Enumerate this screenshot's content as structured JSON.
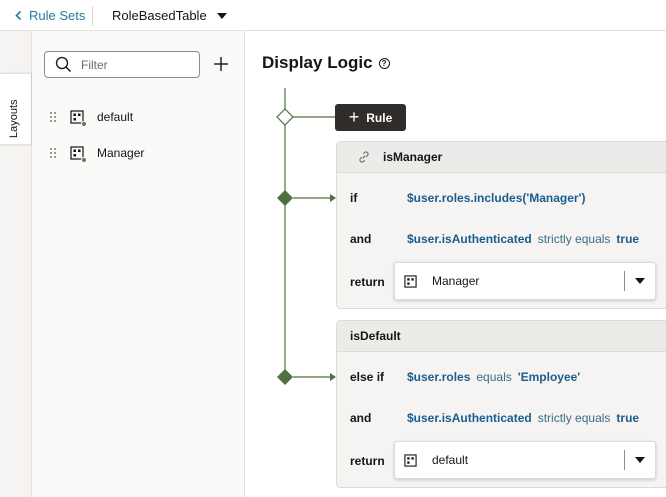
{
  "header": {
    "back_label": "Rule Sets",
    "ruleset_name": "RoleBasedTable"
  },
  "sidetab": {
    "label": "Layouts"
  },
  "left_panel": {
    "filter_placeholder": "Filter",
    "layouts": [
      {
        "label": "default"
      },
      {
        "label": "Manager"
      }
    ]
  },
  "main": {
    "title": "Display Logic",
    "help_glyph": "?",
    "add_rule_label": "Rule",
    "rules": [
      {
        "name": "isManager",
        "conditions": [
          {
            "keyword": "if",
            "variable": "$user.roles.includes('Manager')",
            "operator": "",
            "value": ""
          },
          {
            "keyword": "and",
            "variable": "$user.isAuthenticated",
            "operator": "strictly equals",
            "value": "true"
          }
        ],
        "return_keyword": "return",
        "return_value": "Manager"
      },
      {
        "name": "isDefault",
        "conditions": [
          {
            "keyword": "else if",
            "variable": "$user.roles",
            "operator": "equals",
            "value": "'Employee'"
          },
          {
            "keyword": "and",
            "variable": "$user.isAuthenticated",
            "operator": "strictly equals",
            "value": "true"
          }
        ],
        "return_keyword": "return",
        "return_value": "default"
      }
    ]
  },
  "colors": {
    "link": "#227e9e",
    "variable": "#1a5e8f",
    "flow_line": "#4f7040",
    "node_fill": "#4f7040",
    "rule_button": "#312d2a"
  },
  "icons": {
    "back": "chevron-left-icon",
    "dropdown": "caret-down-icon",
    "search": "search-icon",
    "add": "plus-icon",
    "layout": "layout-grid-icon",
    "link": "link-icon",
    "help": "help-circle-icon"
  }
}
